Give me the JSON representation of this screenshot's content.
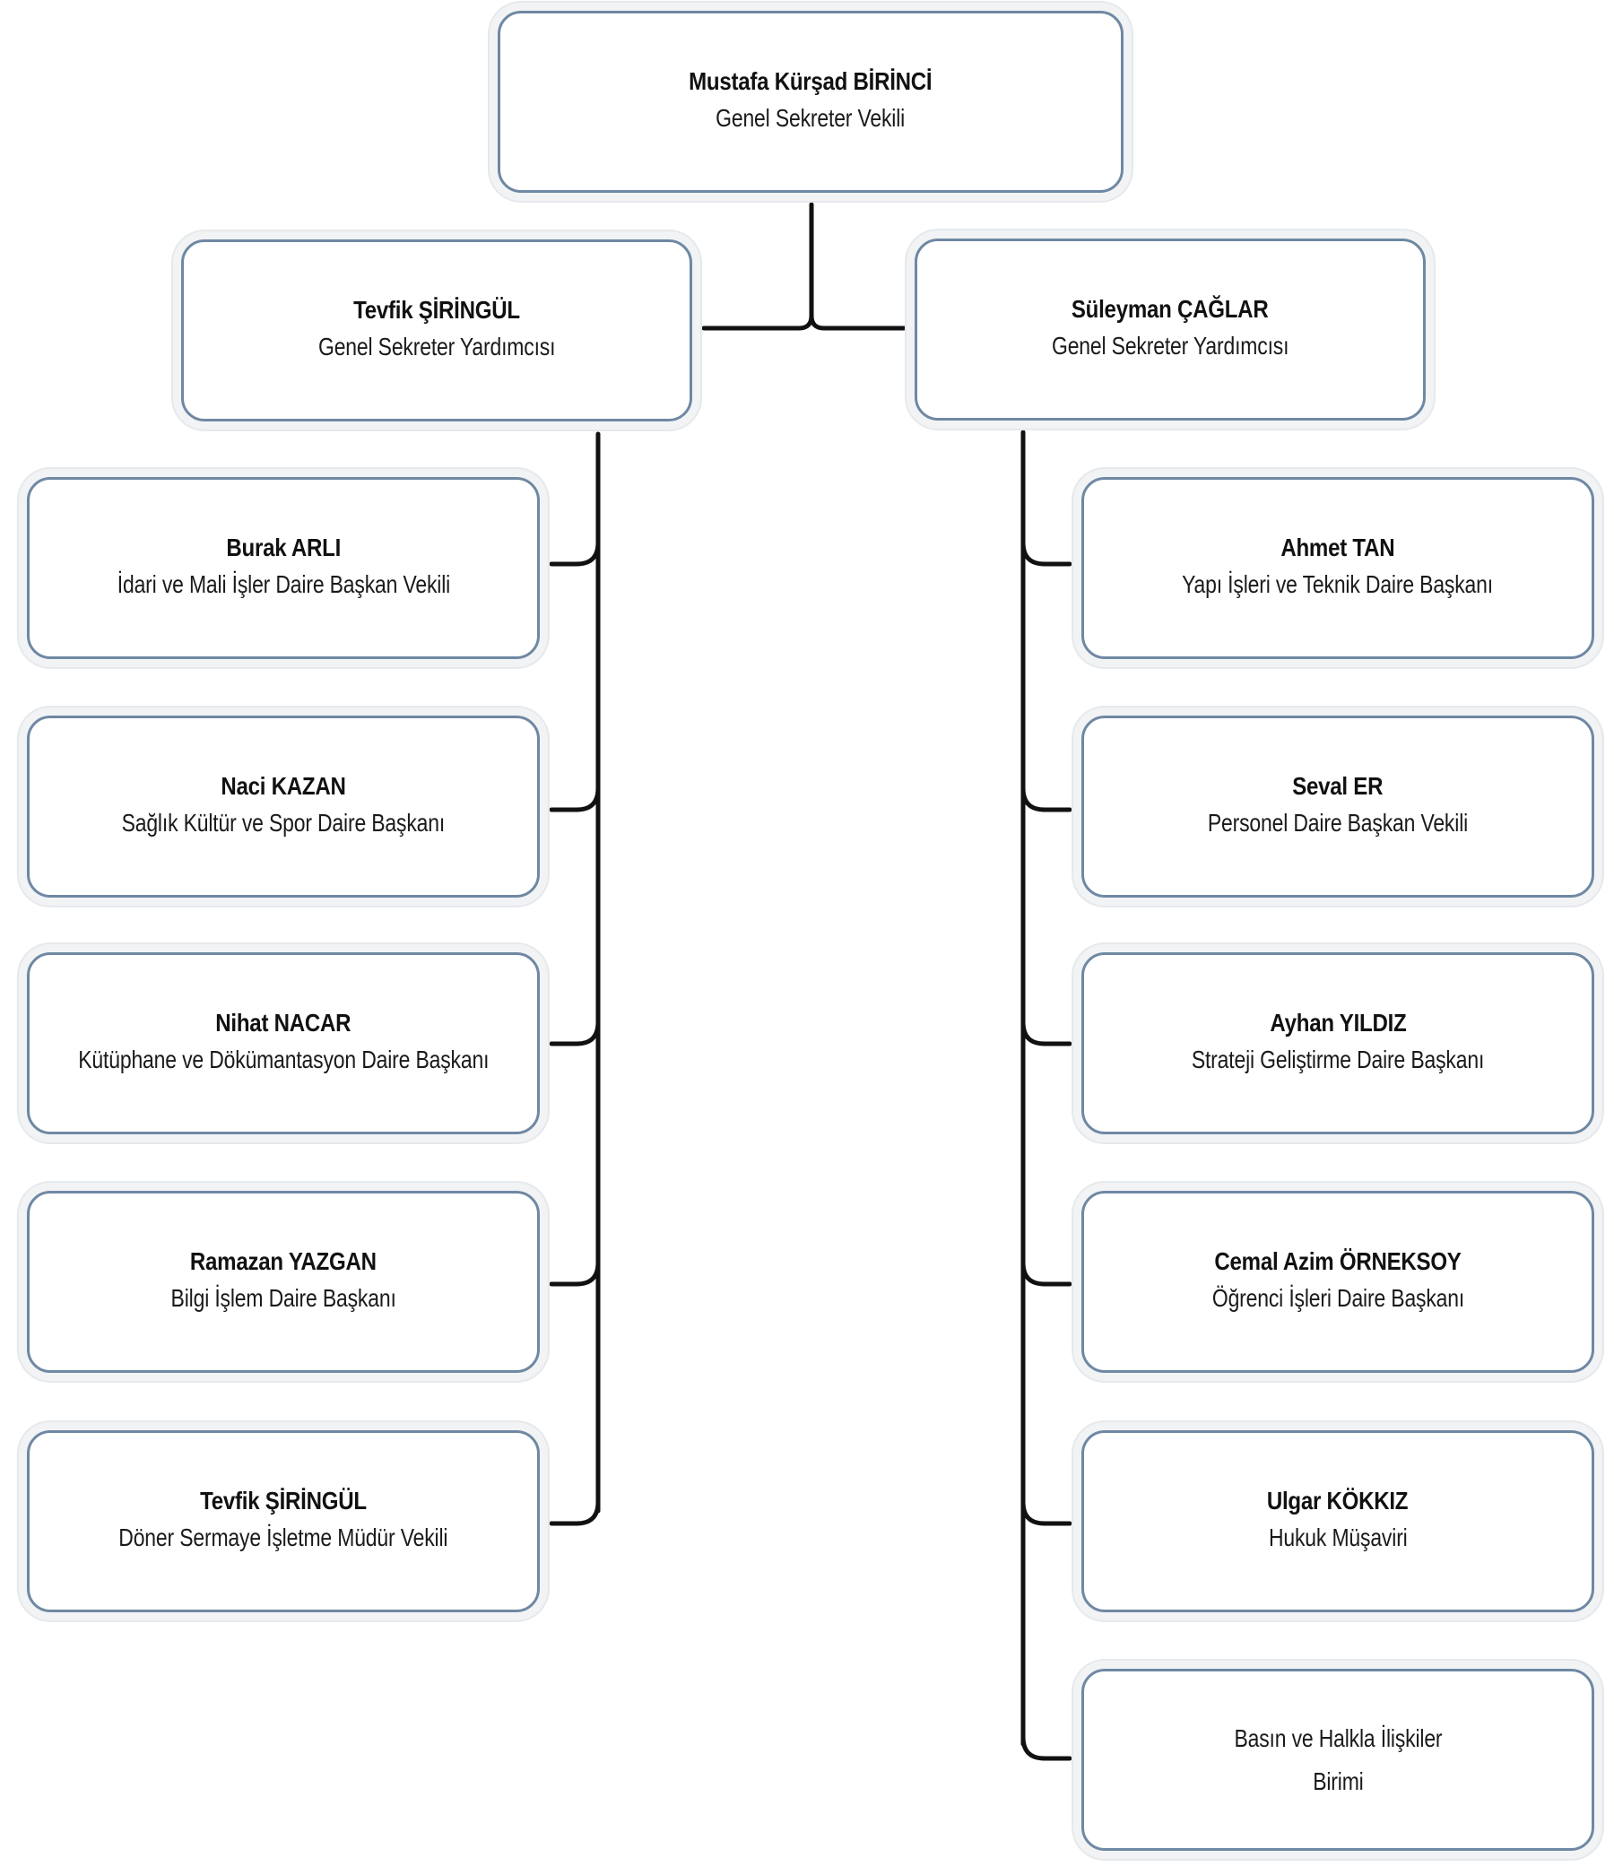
{
  "diagram": {
    "line_color": "#111111",
    "box_border_color": "#6f88a3",
    "root": {
      "name": "Mustafa Kürşad BİRİNCİ",
      "title": "Genel Sekreter Vekili"
    },
    "deputies": [
      {
        "name": "Tevfik ŞİRİNGÜL",
        "title": "Genel Sekreter Yardımcısı",
        "units": [
          {
            "name": "Burak ARLI",
            "title": "İdari ve Mali İşler Daire Başkan Vekili"
          },
          {
            "name": "Naci KAZAN",
            "title": "Sağlık Kültür ve Spor Daire Başkanı"
          },
          {
            "name": "Nihat NACAR",
            "title": "Kütüphane ve Dökümantasyon Daire Başkanı"
          },
          {
            "name": "Ramazan YAZGAN",
            "title": "Bilgi İşlem Daire Başkanı"
          },
          {
            "name": "Tevfik ŞİRİNGÜL",
            "title": "Döner Sermaye İşletme Müdür Vekili"
          }
        ]
      },
      {
        "name": "Süleyman ÇAĞLAR",
        "title": "Genel Sekreter Yardımcısı",
        "units": [
          {
            "name": "Ahmet TAN",
            "title": "Yapı İşleri ve Teknik Daire Başkanı"
          },
          {
            "name": "Seval ER",
            "title": "Personel Daire Başkan Vekili"
          },
          {
            "name": "Ayhan YILDIZ",
            "title": "Strateji Geliştirme Daire Başkanı"
          },
          {
            "name": "Cemal Azim ÖRNEKSOY",
            "title": "Öğrenci İşleri Daire Başkanı"
          },
          {
            "name": "Ulgar KÖKKIZ",
            "title": "Hukuk Müşaviri"
          },
          {
            "name": "",
            "title_lines": [
              "Basın ve Halkla İlişkiler",
              "Birimi"
            ]
          }
        ]
      }
    ]
  }
}
